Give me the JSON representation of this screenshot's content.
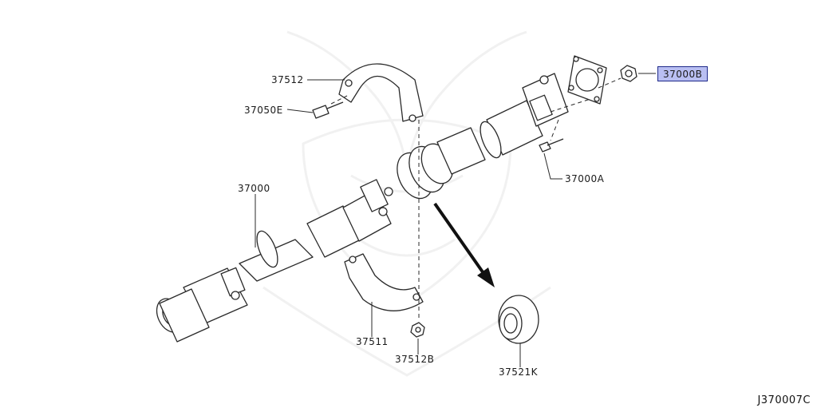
{
  "diagram_code": "J370007C",
  "selected_part": "37000B",
  "colors": {
    "line": "#2a2a2a",
    "selected_bg": "#b9bff2",
    "selected_border": "#1f2a8a",
    "watermark": "#f1f1f1"
  },
  "callouts": [
    {
      "id": "p37512",
      "label": "37512"
    },
    {
      "id": "p37050e",
      "label": "37050E"
    },
    {
      "id": "p37000",
      "label": "37000"
    },
    {
      "id": "p37000a",
      "label": "37000A"
    },
    {
      "id": "p37000b",
      "label": "37000B"
    },
    {
      "id": "p37511",
      "label": "37511"
    },
    {
      "id": "p37512b",
      "label": "37512B"
    },
    {
      "id": "p37521k",
      "label": "37521K"
    }
  ]
}
